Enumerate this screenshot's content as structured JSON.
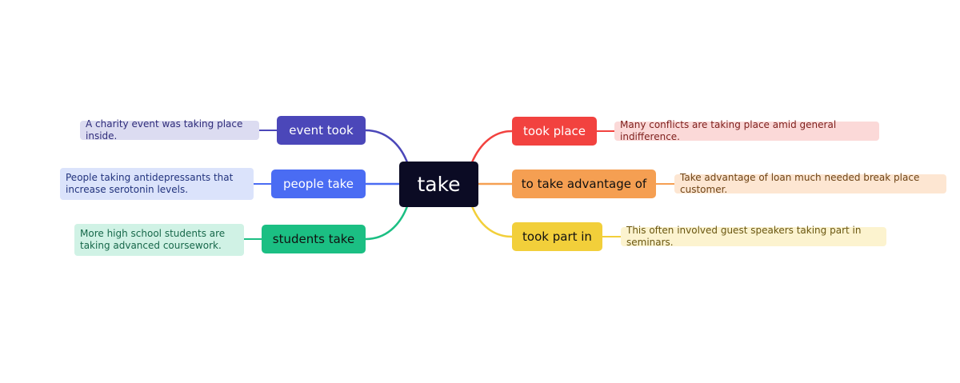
{
  "center": {
    "label": "take"
  },
  "branches": [
    {
      "label": "event took",
      "note": "A charity event was taking place inside.",
      "color": "#4b47b9",
      "side": "left"
    },
    {
      "label": "people take",
      "note": "People taking antidepressants that increase serotonin levels.",
      "color": "#4a6cf3",
      "side": "left"
    },
    {
      "label": "students take",
      "note": "More high school students are taking advanced coursework.",
      "color": "#1bbf83",
      "side": "left"
    },
    {
      "label": "took place",
      "note": "Many conflicts are taking place amid general indifference.",
      "color": "#f2423f",
      "side": "right"
    },
    {
      "label": "to take advantage of",
      "note": "Take advantage of loan much needed break place customer.",
      "color": "#f59f52",
      "side": "right"
    },
    {
      "label": "took part in",
      "note": "This often involved guest speakers taking part in seminars.",
      "color": "#f2cf3a",
      "side": "right"
    }
  ]
}
